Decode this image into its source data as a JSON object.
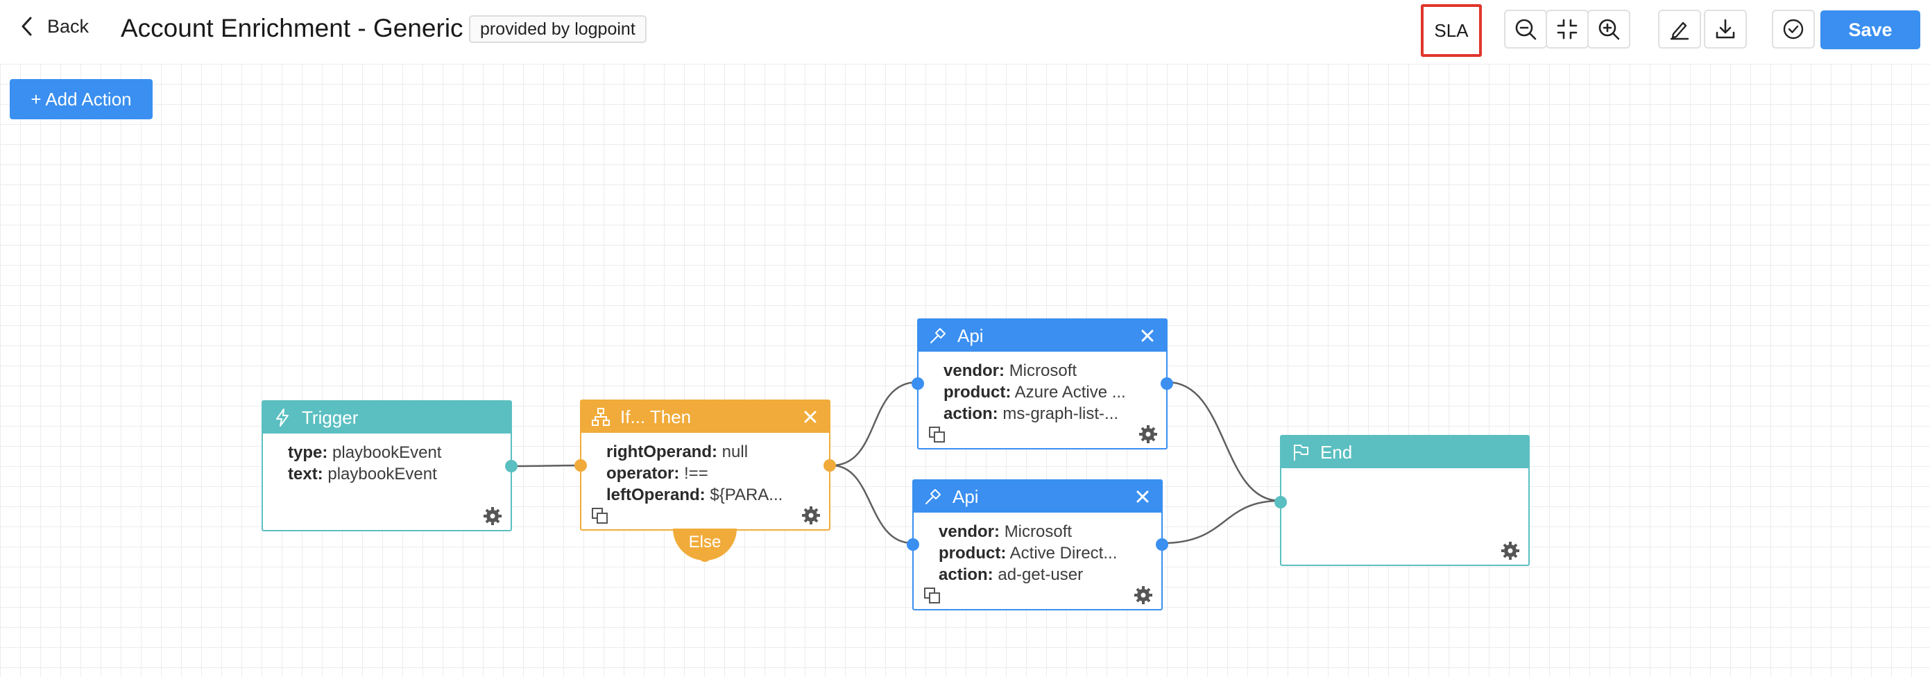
{
  "header": {
    "back_label": "Back",
    "title": "Account Enrichment - Generic",
    "provided_badge": "provided by logpoint",
    "sla_label": "SLA",
    "save_label": "Save",
    "toolbar_icons": [
      "zoom-out-icon",
      "collapse-icon",
      "zoom-in-icon",
      "edit-icon",
      "download-icon",
      "check-circle-icon"
    ]
  },
  "canvas": {
    "add_action_label": "+ Add Action"
  },
  "nodes": {
    "trigger": {
      "title": "Trigger",
      "fields": [
        {
          "key": "type:",
          "value": "playbookEvent"
        },
        {
          "key": "text:",
          "value": "playbookEvent"
        }
      ]
    },
    "ifthen": {
      "title": "If... Then",
      "fields": [
        {
          "key": "rightOperand:",
          "value": "null"
        },
        {
          "key": "operator:",
          "value": "!=="
        },
        {
          "key": "leftOperand:",
          "value": "${PARA..."
        }
      ],
      "else_label": "Else"
    },
    "api1": {
      "title": "Api",
      "fields": [
        {
          "key": "vendor:",
          "value": "Microsoft"
        },
        {
          "key": "product:",
          "value": "Azure Active ..."
        },
        {
          "key": "action:",
          "value": "ms-graph-list-..."
        }
      ]
    },
    "api2": {
      "title": "Api",
      "fields": [
        {
          "key": "vendor:",
          "value": "Microsoft"
        },
        {
          "key": "product:",
          "value": "Active Direct..."
        },
        {
          "key": "action:",
          "value": "ad-get-user"
        }
      ]
    },
    "end": {
      "title": "End"
    }
  },
  "colors": {
    "primary": "#3a8ff0",
    "trigger": "#5bbfc1",
    "condition": "#f1ab3a",
    "highlight_border": "#e0362c"
  }
}
